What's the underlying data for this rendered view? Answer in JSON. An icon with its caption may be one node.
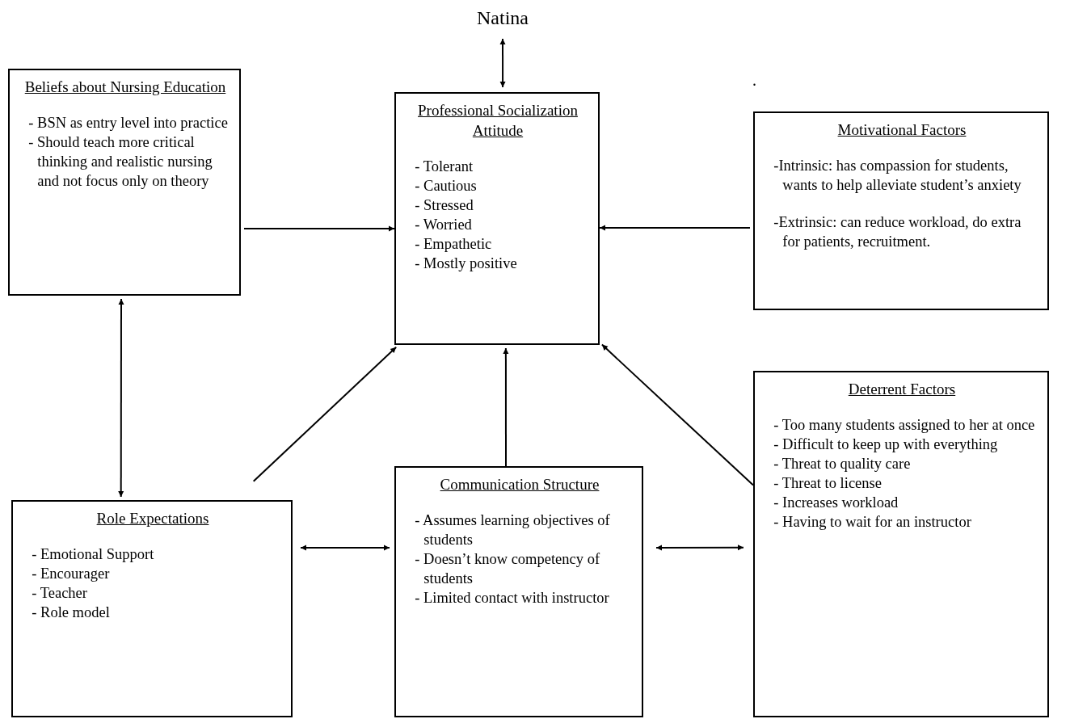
{
  "diagram": {
    "nodes": [
      {
        "text": [
          "Natina"
        ]
      },
      {
        "text": [
          "Beliefs about Nursing Education",
          "- BSN as entry level into practice",
          "- Should teach more critical thinking and realistic nursing and not focus only on theory"
        ]
      },
      {
        "text": [
          "Professional Socialization Attitude",
          "- Tolerant",
          "- Cautious",
          "- Stressed",
          "- Worried",
          "- Empathetic",
          "- Mostly positive"
        ]
      },
      {
        "text": [
          "Motivational Factors",
          "-Intrinsic: has compassion for students, wants to help alleviate student’s anxiety",
          "-Extrinsic: can reduce workload, do extra for patients, recruitment."
        ]
      },
      {
        "text": [
          "Deterrent Factors",
          "- Too many students assigned to her at once",
          "- Difficult to keep up with everything",
          "- Threat to quality care",
          "- Threat to license",
          "- Increases workload",
          "- Having to wait for an instructor"
        ]
      },
      {
        "text": [
          "Role Expectations",
          "- Emotional Support",
          "- Encourager",
          "- Teacher",
          "- Role model"
        ]
      },
      {
        "text": [
          "Communication Structure",
          "- Assumes learning objectives of students",
          "- Doesn’t know competency of students",
          "- Limited contact with instructor"
        ]
      }
    ],
    "edges": [
      {
        "from": 0,
        "to": 2,
        "arrow": "both"
      },
      {
        "from": 1,
        "to": 2,
        "arrow": "to"
      },
      {
        "from": 3,
        "to": 2,
        "arrow": "to"
      },
      {
        "from": 1,
        "to": 5,
        "arrow": "both"
      },
      {
        "from": 5,
        "to": 2,
        "arrow": "to"
      },
      {
        "from": 6,
        "to": 2,
        "arrow": "to"
      },
      {
        "from": 4,
        "to": 2,
        "arrow": "to"
      },
      {
        "from": 5,
        "to": 6,
        "arrow": "both"
      },
      {
        "from": 6,
        "to": 4,
        "arrow": "both"
      }
    ],
    "labels": [
      "."
    ]
  }
}
